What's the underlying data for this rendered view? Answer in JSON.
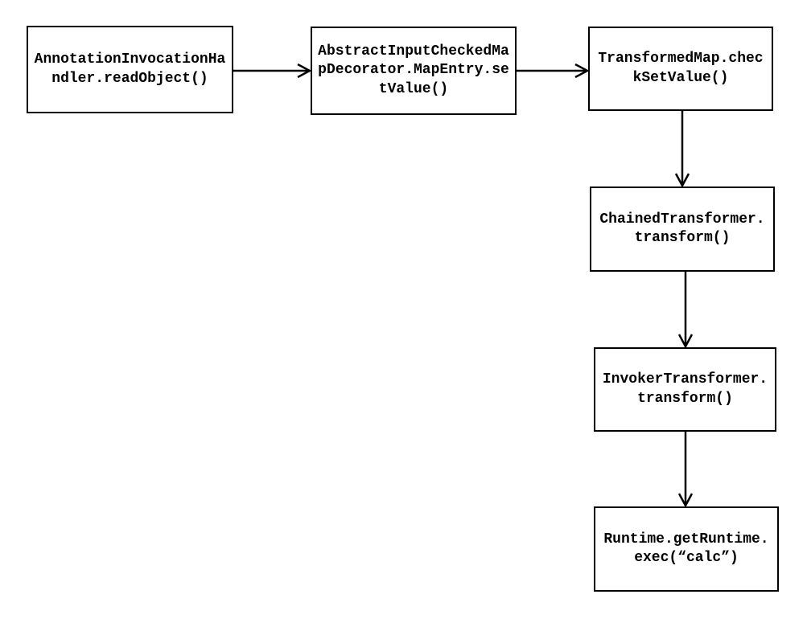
{
  "diagram": {
    "background_color": "#ffffff",
    "stroke_color": "#000000",
    "text_color": "#000000",
    "nodes": [
      {
        "id": "n1",
        "label": "AnnotationInvocationHandler.readObject()"
      },
      {
        "id": "n2",
        "label": "AbstractInputCheckedMapDecorator.MapEntry.setValue()"
      },
      {
        "id": "n3",
        "label": "TransformedMap.checkSetValue()"
      },
      {
        "id": "n4",
        "label": "ChainedTransformer.transform()"
      },
      {
        "id": "n5",
        "label": "InvokerTransformer.transform()"
      },
      {
        "id": "n6",
        "label": "Runtime.getRuntime.exec(“calc”)"
      }
    ],
    "edges": [
      {
        "from": "n1",
        "to": "n2",
        "direction": "right"
      },
      {
        "from": "n2",
        "to": "n3",
        "direction": "right"
      },
      {
        "from": "n3",
        "to": "n4",
        "direction": "down"
      },
      {
        "from": "n4",
        "to": "n5",
        "direction": "down"
      },
      {
        "from": "n5",
        "to": "n6",
        "direction": "down"
      }
    ]
  }
}
